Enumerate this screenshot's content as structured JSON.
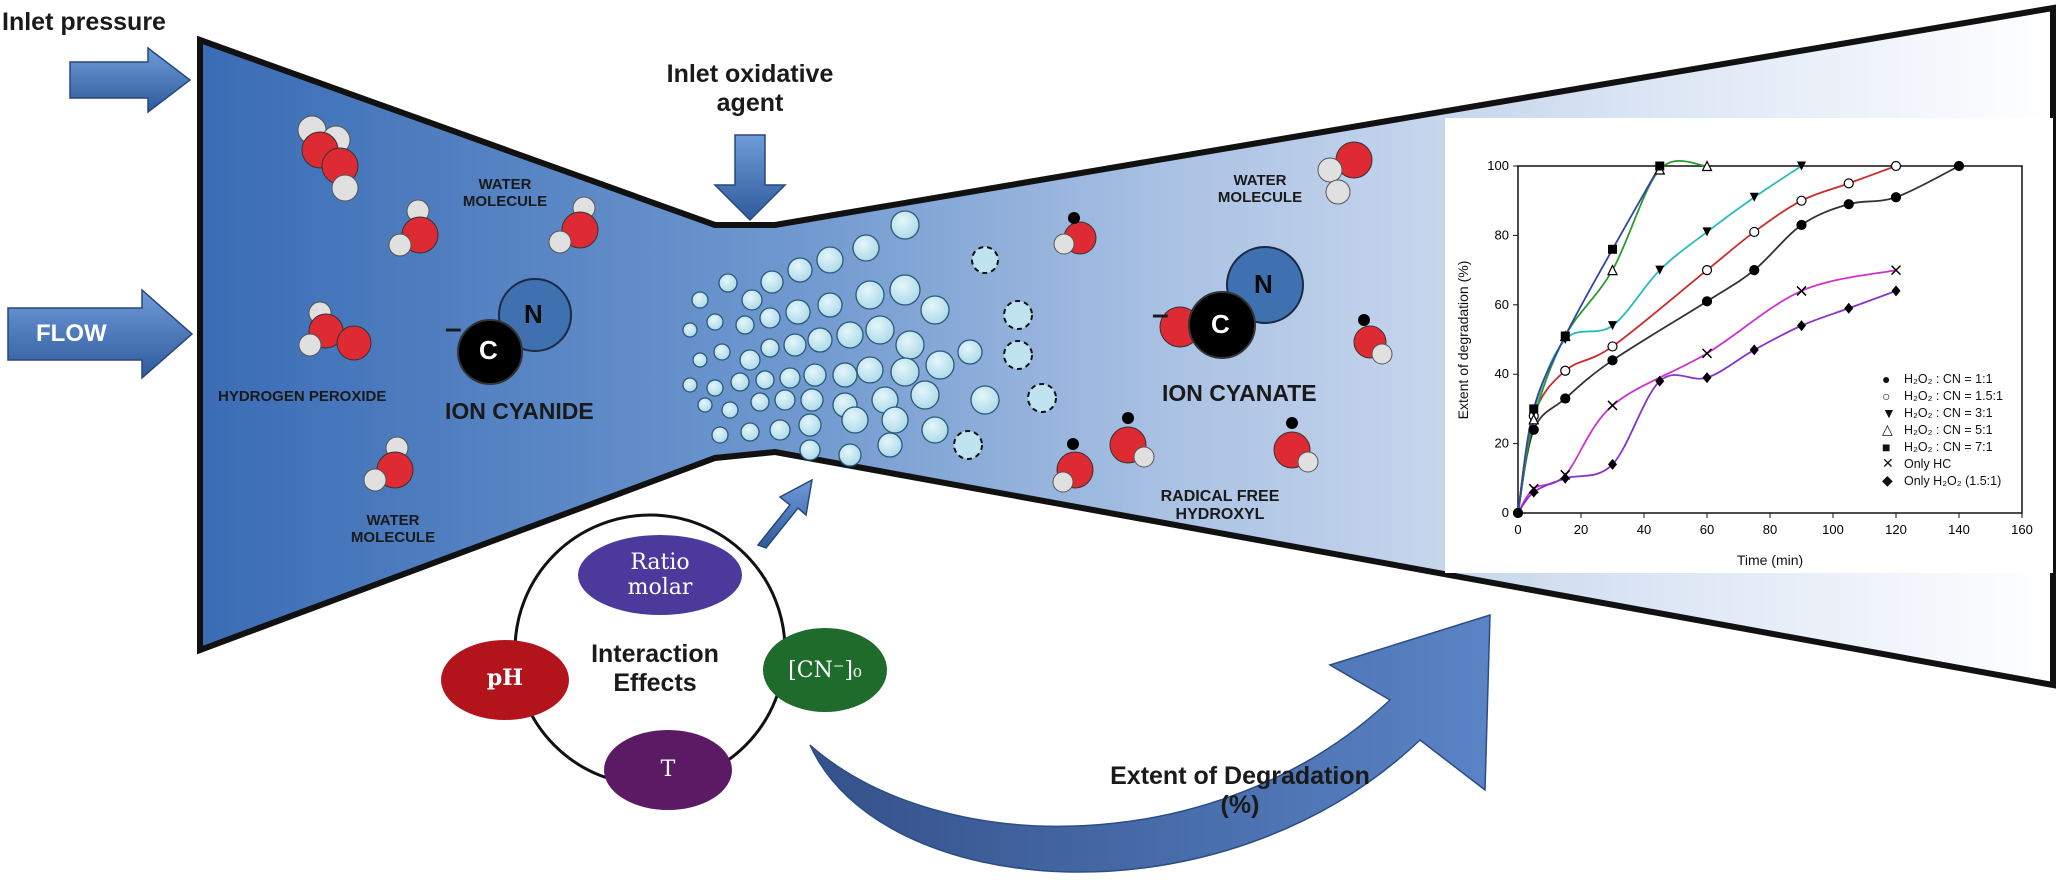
{
  "labels": {
    "inlet_pressure": "Inlet pressure",
    "flow": "FLOW",
    "inlet_oxidative": "Inlet oxidative",
    "agent": "agent",
    "water_molecule_line1": "WATER",
    "water_molecule_line2": "MOLECULE",
    "hydrogen_peroxide": "HYDROGEN PEROXIDE",
    "ion_cyanide": "ION CYANIDE",
    "ion_cyanate": "ION CYANATE",
    "radical_line1": "RADICAL FREE",
    "radical_line2": "HYDROXYL",
    "atom_c": "C",
    "atom_n": "N",
    "minus": "–"
  },
  "interaction": {
    "center_line1": "Interaction",
    "center_line2": "Effects",
    "ratio_line1": "Ratio",
    "ratio_line2": "molar",
    "ph": "pH",
    "cn": "[CN⁻]₀",
    "t": "T"
  },
  "extent": {
    "line1": "Extent of Degradation",
    "line2": "(%)"
  },
  "colors": {
    "ellipse_ratio": "#4b3a9c",
    "ellipse_ph": "#b3141b",
    "ellipse_cn": "#1f6b2c",
    "ellipse_t": "#5b1a63",
    "venturi_dark": "#3e6fb8",
    "arrow_blue": "#3f66a8"
  },
  "chart_data": {
    "type": "scatter",
    "title": "",
    "xlabel": "Time (min)",
    "ylabel": "Extent of degradation (%)",
    "xlim": [
      0,
      160
    ],
    "ylim": [
      0,
      100
    ],
    "xticks": [
      "0",
      "20",
      "40",
      "60",
      "80",
      "100",
      "120",
      "140",
      "160"
    ],
    "yticks": [
      "0",
      "20",
      "40",
      "60",
      "80",
      "100"
    ],
    "legend_position": "bottom-right",
    "series": [
      {
        "name": "H₂O₂ : CN = 1:1",
        "marker": "filled-circle",
        "color": "#333333",
        "x": [
          0,
          5,
          15,
          30,
          60,
          75,
          90,
          105,
          120,
          140
        ],
        "y": [
          0,
          24,
          33,
          44,
          61,
          70,
          83,
          89,
          91,
          100
        ]
      },
      {
        "name": "H₂O₂ : CN = 1.5:1",
        "marker": "open-circle",
        "color": "#cc2b2b",
        "x": [
          0,
          5,
          15,
          30,
          60,
          75,
          90,
          105,
          120
        ],
        "y": [
          0,
          28,
          41,
          48,
          70,
          81,
          90,
          95,
          100
        ]
      },
      {
        "name": "H₂O₂ : CN = 3:1",
        "marker": "filled-triangle-down",
        "color": "#2bbbbb",
        "x": [
          0,
          5,
          15,
          30,
          45,
          60,
          75,
          90
        ],
        "y": [
          0,
          29,
          50,
          54,
          70,
          81,
          91,
          100
        ]
      },
      {
        "name": "H₂O₂ : CN = 5:1",
        "marker": "open-triangle-up",
        "color": "#2a9a2a",
        "x": [
          0,
          5,
          15,
          30,
          45,
          60
        ],
        "y": [
          0,
          27,
          51,
          70,
          99,
          100
        ]
      },
      {
        "name": "H₂O₂ : CN = 7:1",
        "marker": "filled-square",
        "color": "#3344aa",
        "x": [
          0,
          5,
          15,
          30,
          45
        ],
        "y": [
          0,
          30,
          51,
          76,
          100
        ]
      },
      {
        "name": "Only HC",
        "marker": "x",
        "color": "#cc33cc",
        "x": [
          0,
          5,
          15,
          30,
          60,
          90,
          120
        ],
        "y": [
          0,
          7,
          11,
          31,
          46,
          64,
          70
        ]
      },
      {
        "name": "Only H₂O₂ (1.5:1)",
        "marker": "filled-diamond",
        "color": "#8833cc",
        "x": [
          0,
          5,
          15,
          30,
          45,
          60,
          75,
          90,
          105,
          120
        ],
        "y": [
          0,
          6,
          10,
          14,
          38,
          39,
          47,
          54,
          59,
          64
        ]
      }
    ]
  }
}
